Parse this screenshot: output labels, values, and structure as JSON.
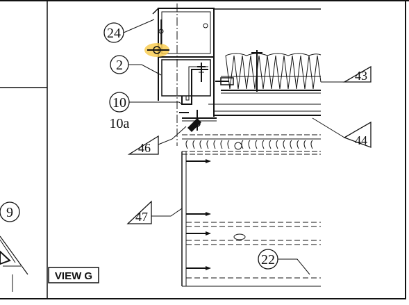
{
  "view_label": "VIEW G",
  "callouts": {
    "c24": "24",
    "c2": "2",
    "c10": "10",
    "c10a": "10a",
    "c9": "9",
    "c22": "22",
    "t43": "43",
    "t44": "44",
    "t46": "46",
    "t47": "47"
  },
  "colors": {
    "ink": "#111111",
    "highlight": "#f7c948"
  }
}
